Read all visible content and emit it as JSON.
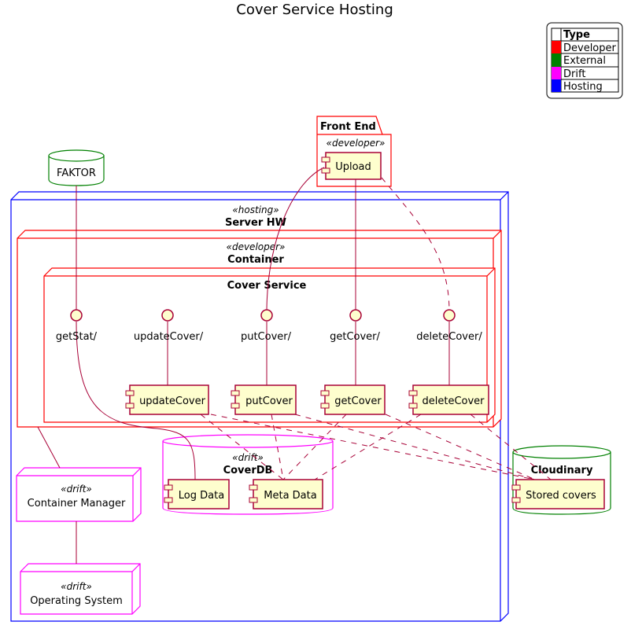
{
  "title": "Cover Service Hosting",
  "legend": {
    "header": "Type",
    "items": [
      {
        "label": "Developer",
        "color": "#FF0000"
      },
      {
        "label": "External",
        "color": "#008000"
      },
      {
        "label": "Drift",
        "color": "#FF00FF"
      },
      {
        "label": "Hosting",
        "color": "#0000FF"
      }
    ]
  },
  "colors": {
    "developer": "#FF0000",
    "external": "#008000",
    "drift": "#FF00FF",
    "hosting": "#0000FF",
    "link": "#A80036",
    "component_fill": "#FEFECE"
  },
  "front_end": {
    "title": "Front End",
    "stereotype": "«developer»",
    "component": "Upload"
  },
  "faktor": {
    "label": "FAKTOR"
  },
  "server_hw": {
    "stereotype": "«hosting»",
    "title": "Server HW"
  },
  "container": {
    "stereotype": "«developer»",
    "title": "Container"
  },
  "cover_service": {
    "title": "Cover Service",
    "interfaces": [
      "getStat/",
      "updateCover/",
      "putCover/",
      "getCover/",
      "deleteCover/"
    ],
    "components": [
      "updateCover",
      "putCover",
      "getCover",
      "deleteCover"
    ]
  },
  "cover_db": {
    "stereotype": "«drift»",
    "title": "CoverDB",
    "components": [
      "Log Data",
      "Meta Data"
    ]
  },
  "cloudinary": {
    "title": "Cloudinary",
    "component": "Stored covers"
  },
  "container_manager": {
    "stereotype": "«drift»",
    "label": "Container Manager"
  },
  "operating_system": {
    "stereotype": "«drift»",
    "label": "Operating System"
  }
}
